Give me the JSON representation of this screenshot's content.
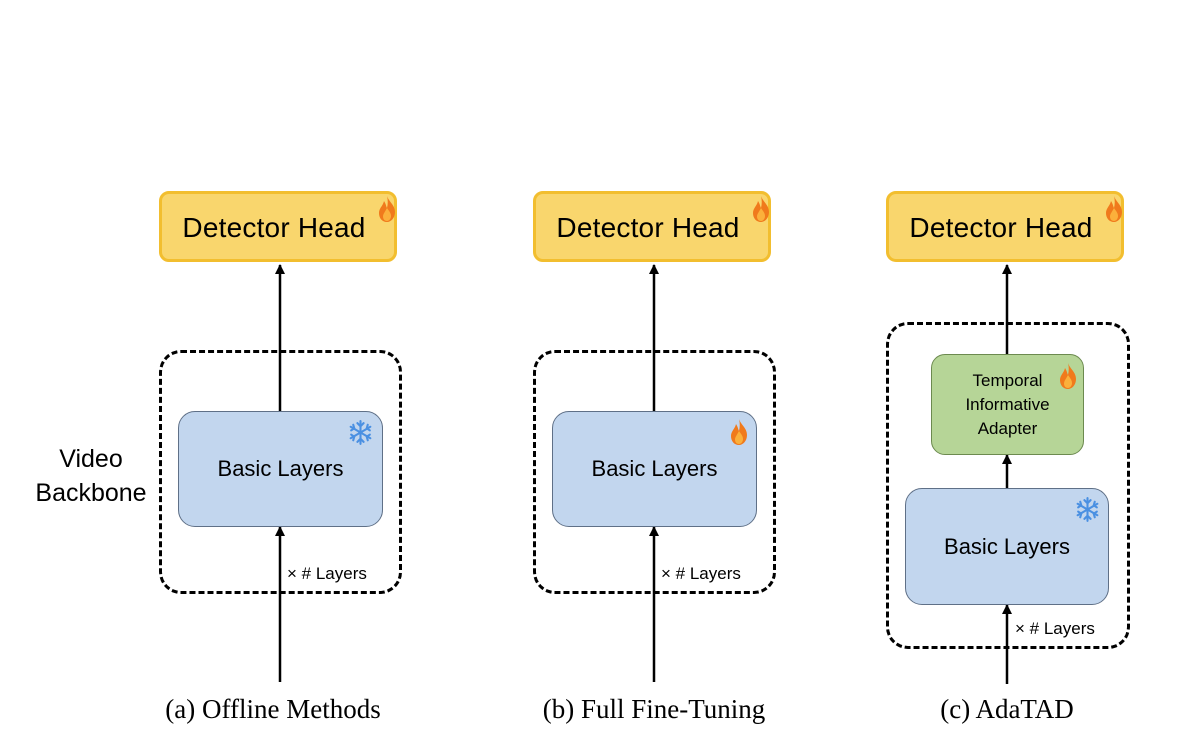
{
  "side_label": {
    "line1": "Video",
    "line2": "Backbone"
  },
  "panels": [
    {
      "detector_head": "Detector Head",
      "basic_layers": "Basic Layers",
      "basic_state_icon": "snowflake-icon",
      "layers_multiplier": "× # Layers",
      "caption": "(a) Offline Methods"
    },
    {
      "detector_head": "Detector Head",
      "basic_layers": "Basic Layers",
      "basic_state_icon": "flame-icon",
      "layers_multiplier": "× # Layers",
      "caption": "(b) Full Fine-Tuning"
    },
    {
      "detector_head": "Detector Head",
      "basic_layers": "Basic Layers",
      "basic_state_icon": "snowflake-icon",
      "adapter": {
        "line1": "Temporal",
        "line2": "Informative",
        "line3": "Adapter",
        "state_icon": "flame-icon"
      },
      "layers_multiplier": "× # Layers",
      "caption": "(c) AdaTAD"
    }
  ],
  "colors": {
    "detector_head_fill": "#f9d66d",
    "detector_head_border": "#f2be2f",
    "basic_layers_fill": "#c2d6ee",
    "adapter_fill": "#b6d597",
    "trainable_flame": "#f07a1c",
    "frozen_snowflake": "#4a90e2"
  }
}
